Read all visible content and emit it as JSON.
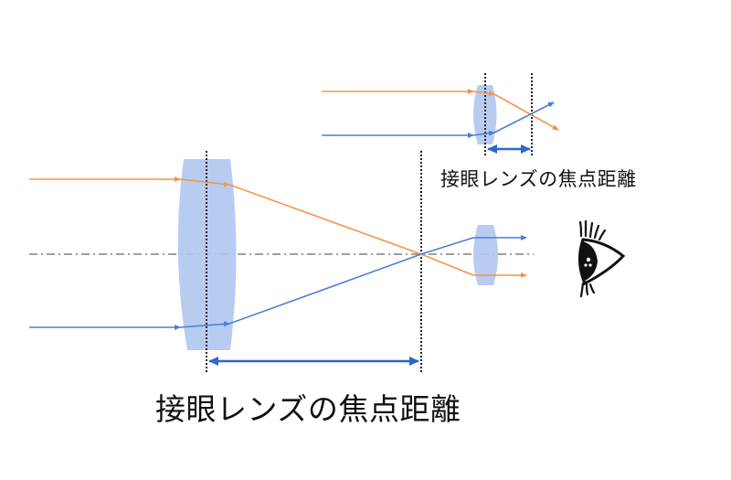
{
  "diagram": {
    "type": "optical ray diagram (telescope objective + eyepiece)",
    "labels": {
      "inset_focal_length": "接眼レンズの焦点距離",
      "main_focal_length": "接眼レンズの焦点距離"
    },
    "colors": {
      "ray_orange": "#F4954A",
      "ray_blue": "#4A7FD4",
      "lens_fill": "#AFC6EE",
      "dimension_arrow": "#2F67C9",
      "axis_dash": "#808080",
      "focal_dash": "#222222"
    },
    "elements": {
      "objective_lens": "large convex lens",
      "eyepiece_lens": "small convex lens",
      "inset_lens": "small convex lens with focal point",
      "eye_icon": "eye viewing through eyepiece",
      "optical_axis": "dashed horizontal line"
    }
  }
}
